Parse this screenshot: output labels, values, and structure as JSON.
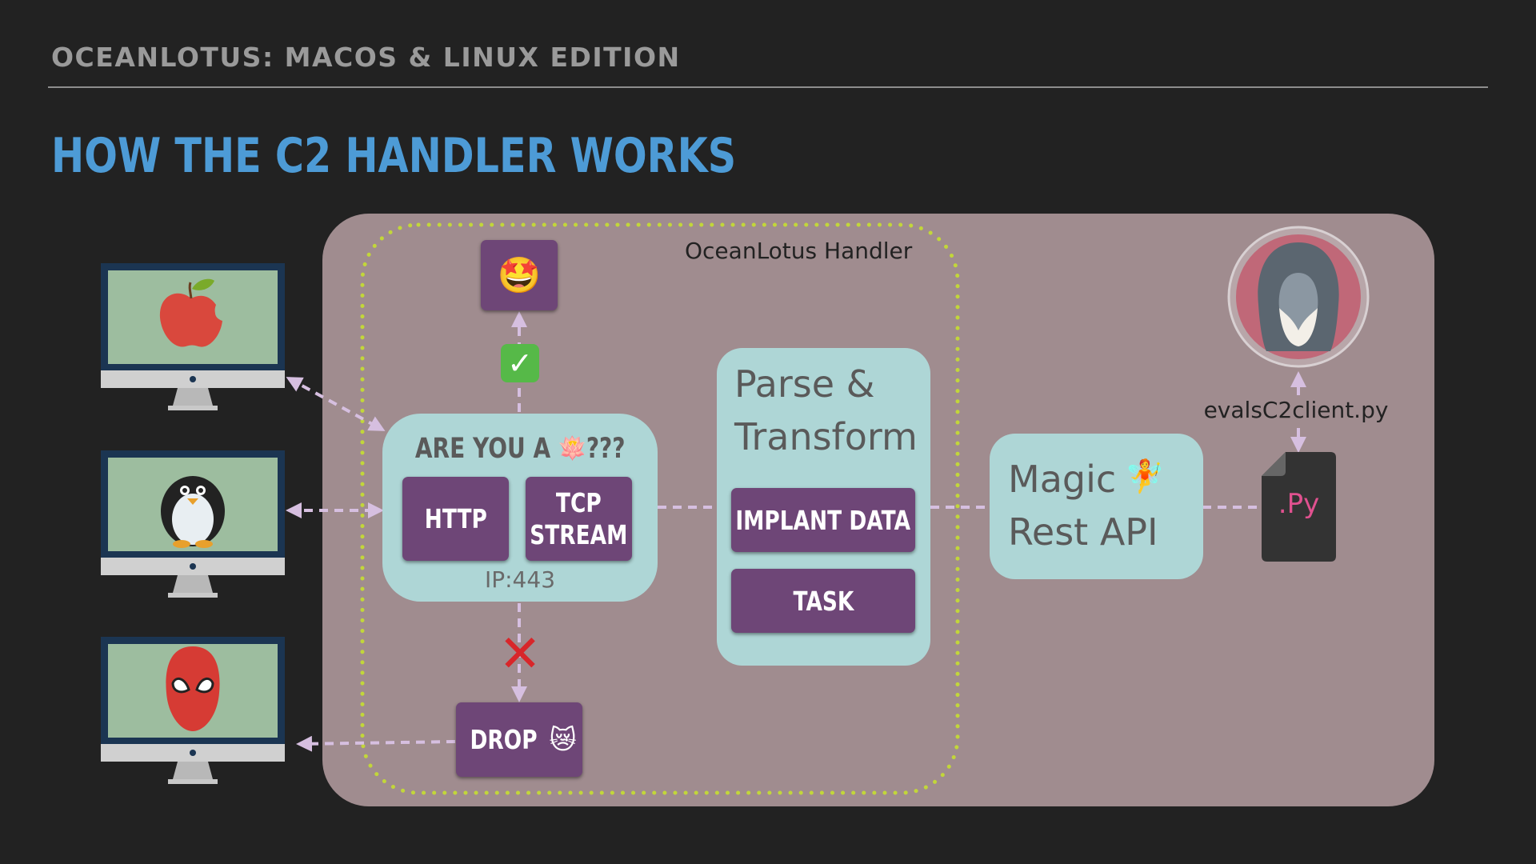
{
  "header": {
    "title": "OCEANLOTUS: MACOS & LINUX EDITION"
  },
  "slide": {
    "title": "HOW THE C2 HANDLER WORKS"
  },
  "handler": {
    "label": "OceanLotus Handler",
    "handshake": {
      "question_prefix": "ARE YOU A",
      "question_suffix": "???",
      "protocols": [
        "HTTP",
        "TCP\nSTREAM"
      ],
      "port_label": "IP:443"
    },
    "parse": {
      "title": "Parse &\nTransform",
      "items": [
        "IMPLANT DATA",
        "TASK"
      ]
    },
    "drop_label": "DROP"
  },
  "api": {
    "title": "Magic\nRest API"
  },
  "client": {
    "filename": "evalsC2client.py",
    "file_ext": ".Py"
  },
  "emoji": {
    "lotus": "🪷",
    "star_struck": "🤩",
    "check": "✅",
    "cross": "❌",
    "crying_cat": "😿",
    "fairy": "🧚"
  },
  "icons": {
    "monitors": [
      "apple-icon",
      "penguin-icon",
      "spiderman-icon"
    ],
    "operator": "hooded-avatar-icon",
    "python_file": "python-file-icon"
  },
  "colors": {
    "background": "#222222",
    "title_blue": "#4d9bd6",
    "panel": "#a08c8f",
    "teal_box": "#aed6d6",
    "purple_box": "#6e4677",
    "dotted_border": "#c2d63a",
    "arrow": "#d6bfe0"
  }
}
